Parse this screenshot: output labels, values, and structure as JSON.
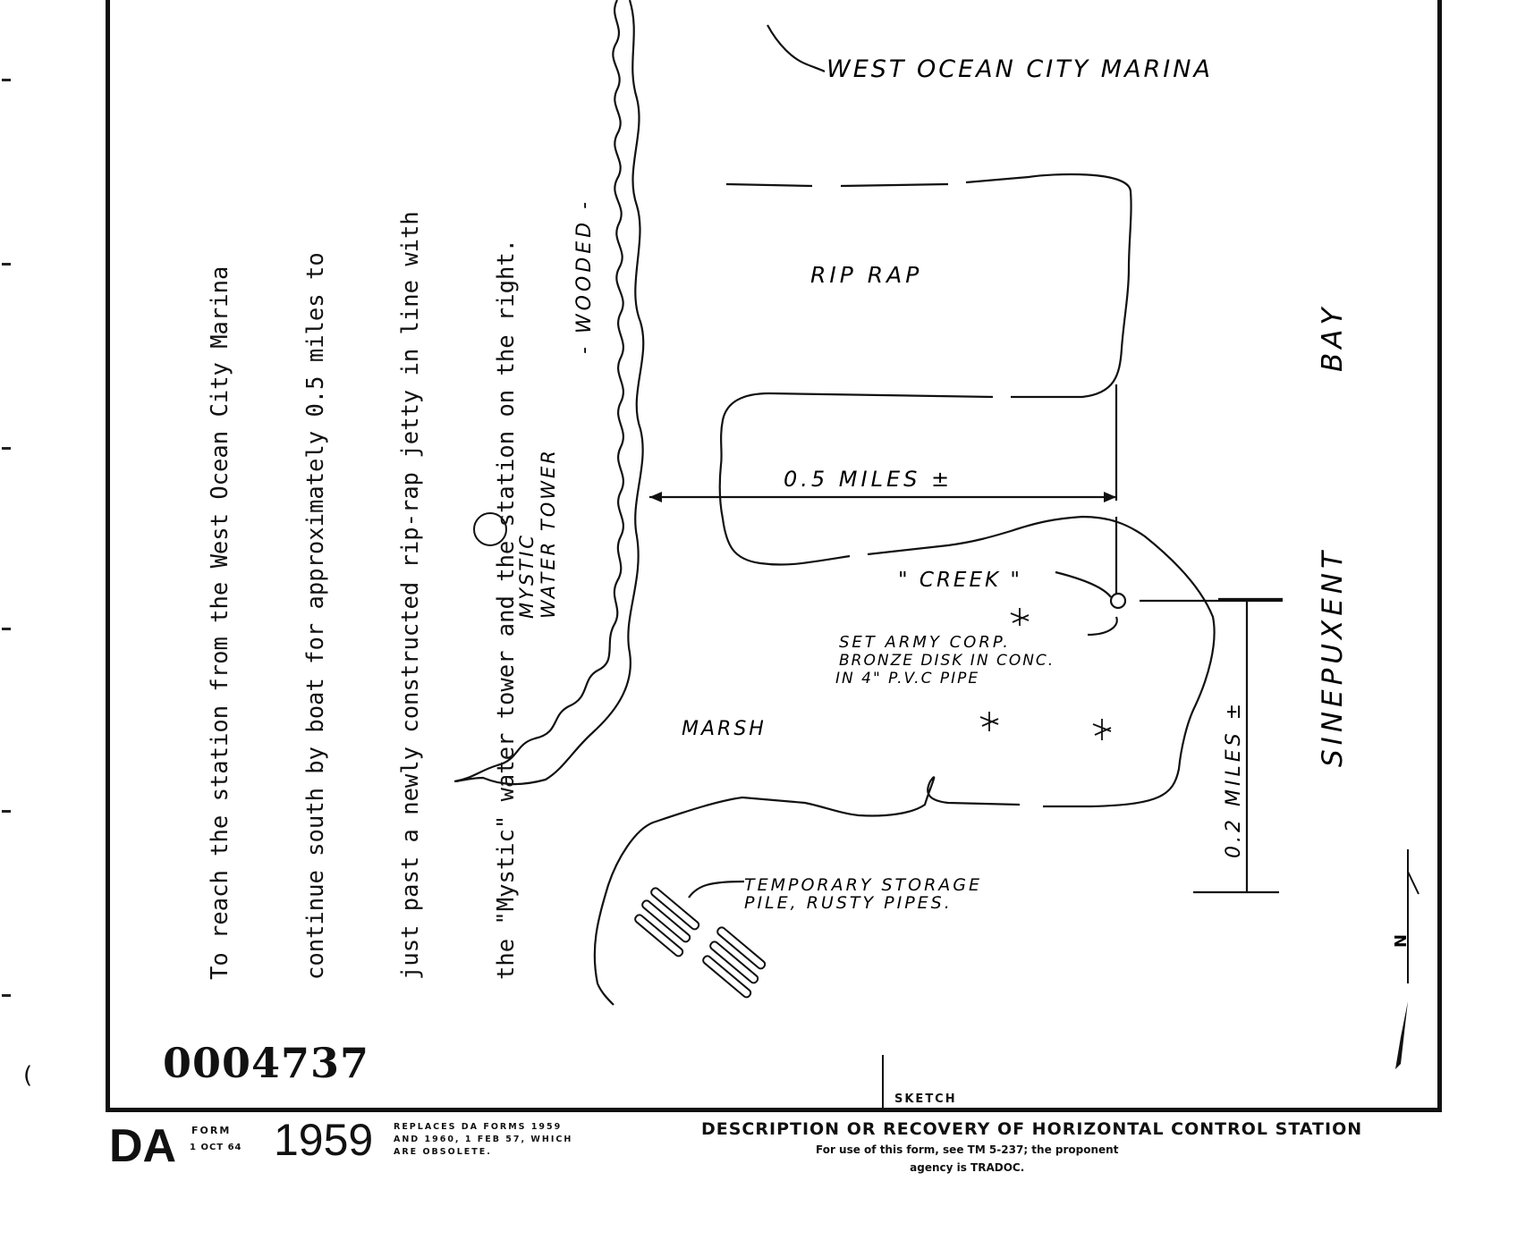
{
  "description_lines": [
    "To reach the station from the West Ocean City Marina",
    "continue south by boat for approximately 0.5 miles to",
    "just past a newly constructed rip-rap jetty in line with",
    "the \"Mystic\" water tower and the station on the right."
  ],
  "sketch": {
    "marina_label": "WEST OCEAN CITY MARINA",
    "rip_rap_label": "RIP RAP",
    "wooded_label": "- WOODED -",
    "water_tower_line1": "MYSTIC",
    "water_tower_line2": "WATER TOWER",
    "distance_east_label": "0.5 MILES ±",
    "creek_label": "\" CREEK \"",
    "station_note_line1": "SET ARMY CORP.",
    "station_note_line2": "BRONZE DISK IN CONC.",
    "station_note_line3": "IN 4\" P.V.C PIPE",
    "marsh_label": "MARSH",
    "bay_word1": "SINEPUXENT",
    "bay_word2": "BAY",
    "distance_south_label": "0.2 MILES ±",
    "storage_line1": "TEMPORARY STORAGE",
    "storage_line2": "PILE, RUSTY PIPES.",
    "north_arrow_label": "N",
    "section_label": "SKETCH"
  },
  "stamp_number": "0004737",
  "footer": {
    "agency_prefix": "DA",
    "form_word": "FORM",
    "form_date": "1 OCT 64",
    "form_number": "1959",
    "replaces_line1": "REPLACES DA FORMS 1959",
    "replaces_line2": "AND 1960, 1 FEB 57, WHICH",
    "replaces_line3": "ARE OBSOLETE.",
    "title": "DESCRIPTION OR RECOVERY OF HORIZONTAL CONTROL STATION",
    "subtitle_line1": "For use of this form, see TM 5-237; the proponent",
    "subtitle_line2": "agency is TRADOC."
  }
}
